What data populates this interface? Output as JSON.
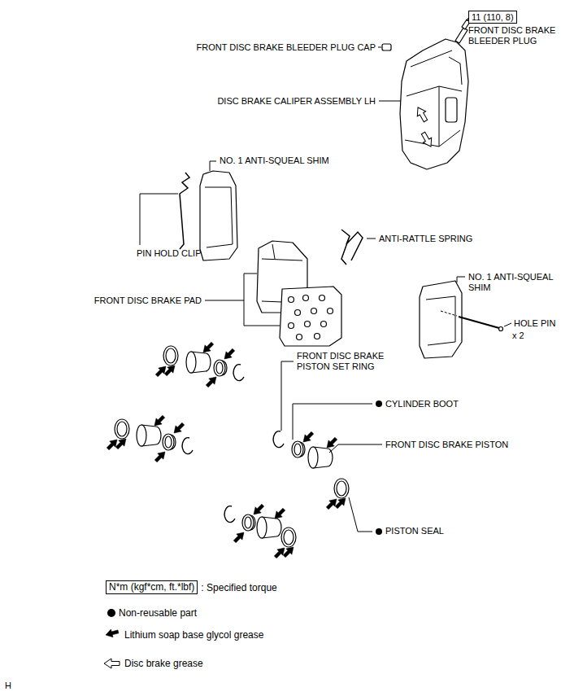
{
  "diagram": {
    "nodes": [
      {
        "text": [
          "11 (110, 8)"
        ]
      },
      {
        "text": [
          "N*m (kgf*cm, ft.*lbf)"
        ]
      }
    ],
    "labels": [
      "FRONT DISC BRAKE BLEEDER PLUG CAP",
      "FRONT DISC BRAKE BLEEDER PLUG",
      "DISC BRAKE CALIPER ASSEMBLY LH",
      "NO. 1 ANTI-SQUEAL SHIM",
      "PIN HOLD CLIP",
      "ANTI-RATTLE SPRING",
      "NO. 1 ANTI-SQUEAL SHIM",
      "FRONT DISC BRAKE PAD",
      "HOLE PIN",
      "x 2",
      "FRONT DISC BRAKE PISTON SET RING",
      "CYLINDER BOOT",
      "FRONT DISC BRAKE PISTON",
      "PISTON SEAL",
      "H"
    ],
    "legend": [
      {
        "text": ": Specified torque"
      },
      {
        "text": "Non-reusable part"
      },
      {
        "text": "Lithium soap base glycol grease"
      },
      {
        "text": "Disc brake grease"
      }
    ]
  }
}
